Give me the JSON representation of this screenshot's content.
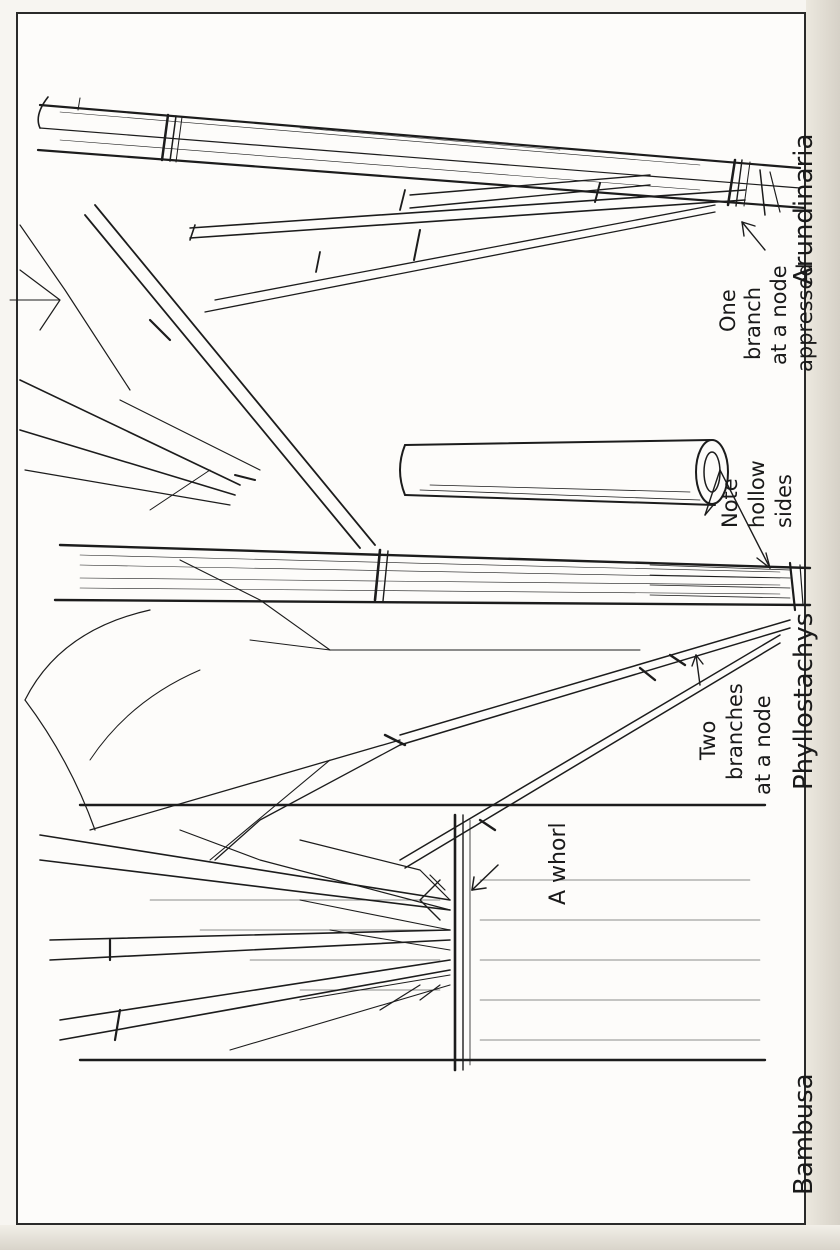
{
  "labels": {
    "bambusa": "Bambusa",
    "phyllostachys": "Phyllostachys",
    "arundinaria": "Arundinaria",
    "whorl": "A whorl",
    "two_branches": [
      "Two",
      "branches",
      "at a node"
    ],
    "note_hollow": [
      "Note",
      "hollow",
      "sides"
    ],
    "one_branch": [
      "One",
      "branch",
      "at a node",
      "appressed"
    ]
  },
  "colors": {
    "ink": "#1c1c1c",
    "paper": "#fdfcfa",
    "frame": "#2a2a2a"
  }
}
